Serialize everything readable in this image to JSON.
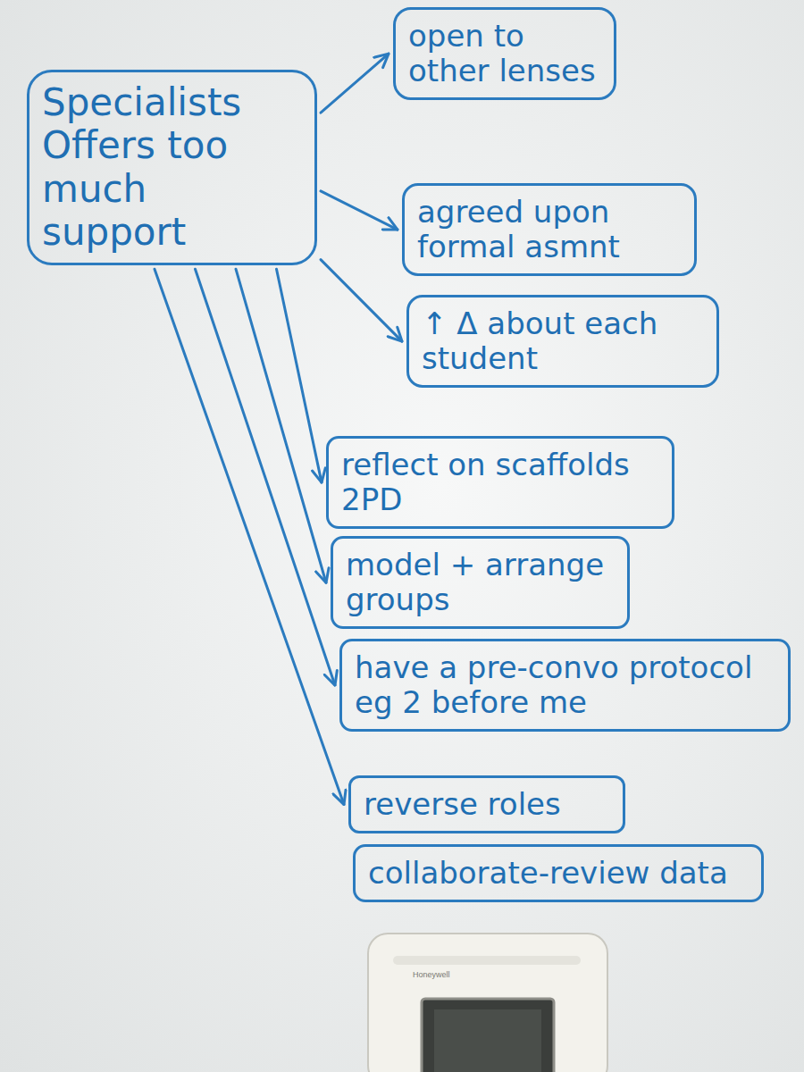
{
  "diagram": {
    "nodes": [
      {
        "text": [
          "Specialists Offers too much support"
        ]
      },
      {
        "text": [
          "open to other lenses"
        ]
      },
      {
        "text": [
          "agreed upon formal asmnt"
        ]
      },
      {
        "text": [
          "↑ Δ about each student"
        ]
      },
      {
        "text": [
          "reflect on scaffolds 2PD"
        ]
      },
      {
        "text": [
          "model + arrange groups"
        ]
      },
      {
        "text": [
          "have a pre-convo protocol eg 2 before me"
        ]
      },
      {
        "text": [
          "reverse roles"
        ]
      },
      {
        "text": [
          "collaborate-review data"
        ]
      }
    ],
    "edges": [
      {
        "from": 0,
        "to": 1,
        "arrow": "to"
      },
      {
        "from": 0,
        "to": 2,
        "arrow": "to"
      },
      {
        "from": 0,
        "to": 3,
        "arrow": "to"
      },
      {
        "from": 0,
        "to": 4,
        "arrow": "to"
      },
      {
        "from": 0,
        "to": 5,
        "arrow": "to"
      },
      {
        "from": 0,
        "to": 6,
        "arrow": "to"
      },
      {
        "from": 0,
        "to": 7,
        "arrow": "to"
      }
    ],
    "labels": [
      "Honeywell"
    ]
  }
}
